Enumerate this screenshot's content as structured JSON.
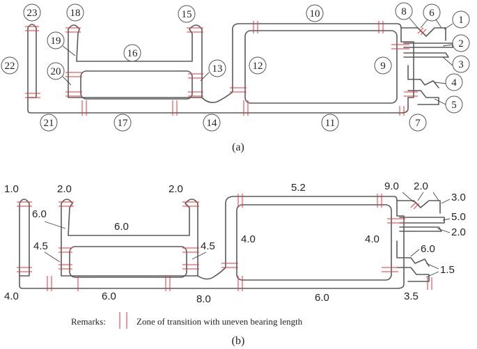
{
  "panel_a": {
    "caption": "(a)",
    "labels": [
      "1",
      "2",
      "3",
      "4",
      "5",
      "6",
      "7",
      "8",
      "9",
      "10",
      "11",
      "12",
      "13",
      "14",
      "15",
      "16",
      "17",
      "18",
      "19",
      "20",
      "21",
      "22",
      "23"
    ]
  },
  "panel_b": {
    "caption": "(b)",
    "values": [
      "1.0",
      "2.0",
      "2.0",
      "5.2",
      "9.0",
      "2.0",
      "3.0",
      "5.0",
      "2.0",
      "6.0",
      "6.0",
      "4.5",
      "4.5",
      "4.0",
      "4.0",
      "6.0",
      "1.5",
      "4.0",
      "6.0",
      "8.0",
      "6.0",
      "3.5"
    ]
  },
  "remarks": {
    "label": "Remarks:",
    "text": "Zone of transition with uneven bearing length"
  },
  "colors": {
    "zone": "#e8323a",
    "outline": "#5a5a5a"
  }
}
